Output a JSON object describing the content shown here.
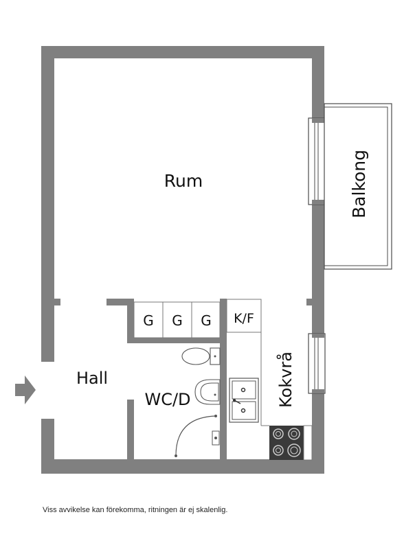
{
  "colors": {
    "wall": "#808080",
    "outline": "#4a4a4a",
    "fixture_line": "#777777",
    "background": "#ffffff",
    "hob": "#3a3a3a"
  },
  "rooms": {
    "rum": "Rum",
    "balkong": "Balkong",
    "hall": "Hall",
    "wcd": "WC/D",
    "kokvra": "Kokvrå"
  },
  "closets": [
    "G",
    "G",
    "G"
  ],
  "kf": "K/F",
  "entrance_icon": "entrance-arrow-icon",
  "disclaimer": "Viss avvikelse kan förekomma, ritningen är ej skalenlig."
}
